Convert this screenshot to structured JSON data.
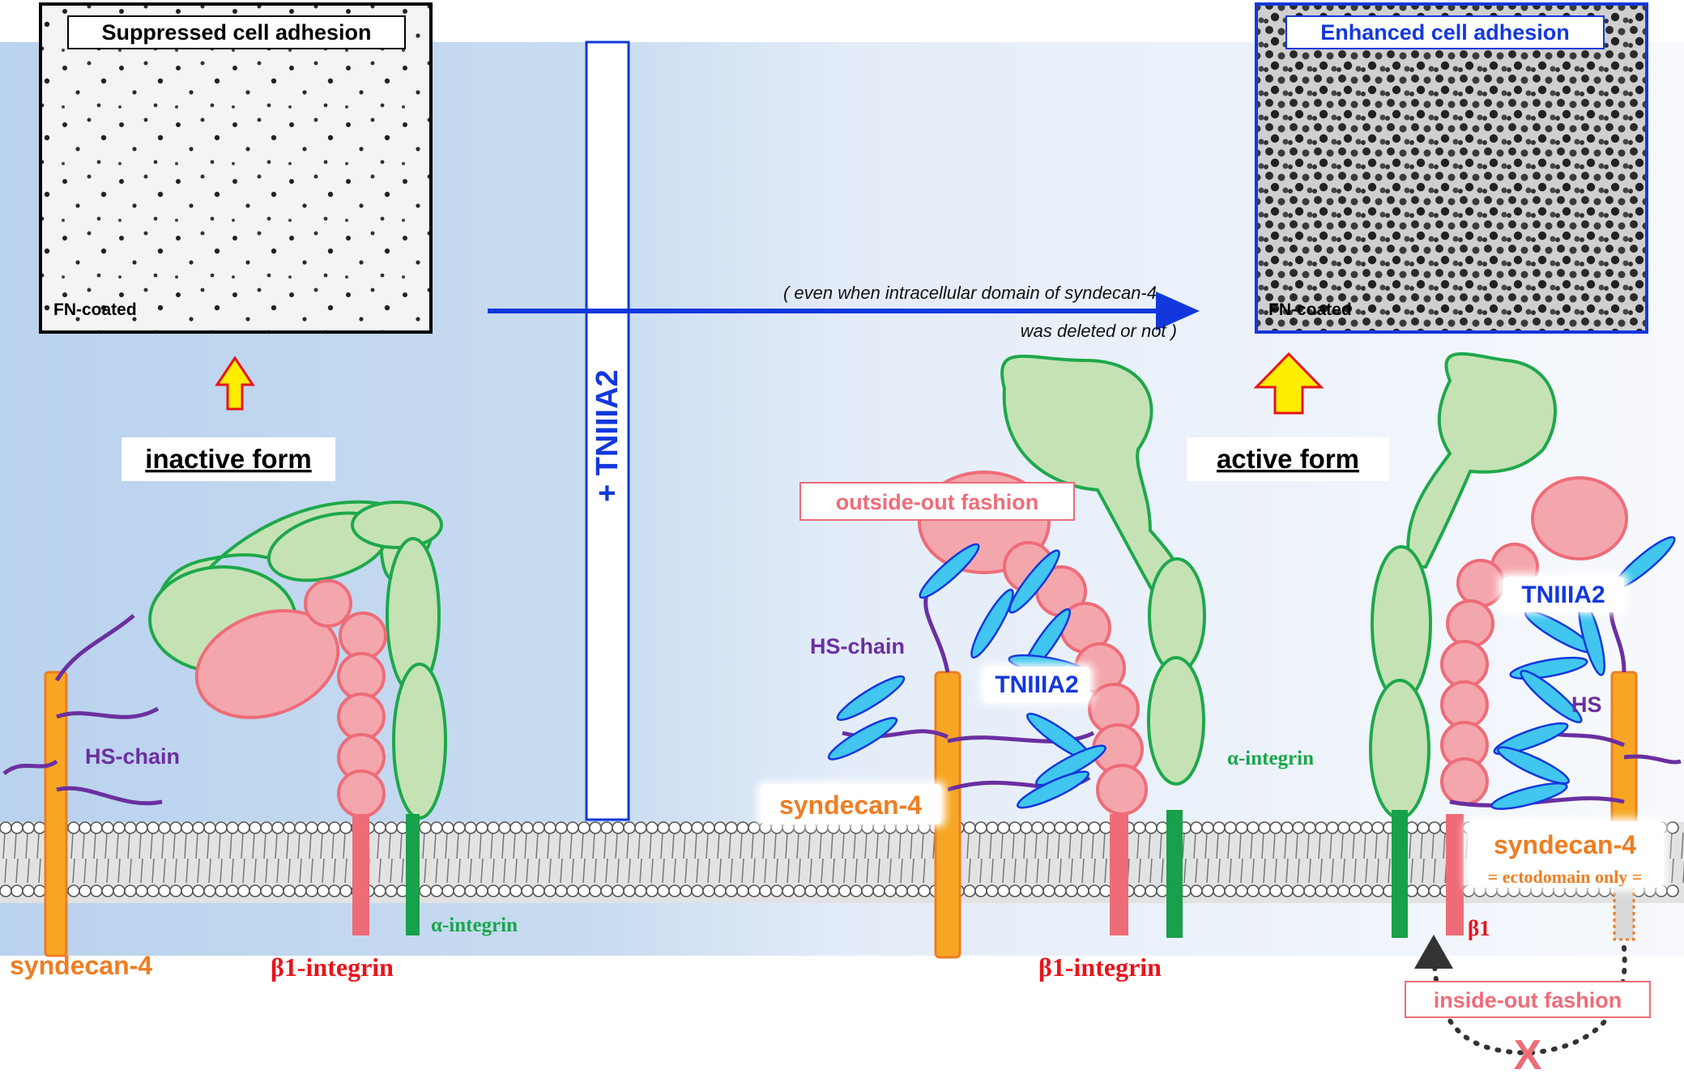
{
  "panels": {
    "left": {
      "title": "Suppressed cell adhesion",
      "coating": "FN-coated"
    },
    "right": {
      "title": "Enhanced cell adhesion",
      "coating": "FN-coated"
    }
  },
  "treatment": {
    "label": "+ TNIIIA2",
    "note_line1": "( even when intracellular domain of syndecan-4",
    "note_line2": "was deleted or not )"
  },
  "states": {
    "inactive": "inactive form",
    "active": "active form"
  },
  "labels": {
    "hs_chain": "HS-chain",
    "hs": "HS",
    "syndecan4": "syndecan-4",
    "ectodomain_only": "= ectodomain only =",
    "beta1_integrin": "β1-integrin",
    "beta1": "β1",
    "alpha_integrin": "α-integrin",
    "tniiia2": "TNIIIA2",
    "outside_out": "outside-out fashion",
    "inside_out": "inside-out fashion",
    "blocked": "X"
  },
  "colors": {
    "syndecan": "#f6a623",
    "syndecan_text": "#ef7d22",
    "beta_integrin": "#f4a6ad",
    "beta_stalk": "#ee6c78",
    "beta_text": "#e8141b",
    "alpha_integrin": "#c5e2b5",
    "alpha_stroke": "#1ea84b",
    "alpha_text": "#19a64a",
    "hs_chain": "#6b2fa0",
    "peptide": "#40c6ef",
    "treatment": "#1238dd",
    "adhesion_arrow": "#ffee00"
  }
}
